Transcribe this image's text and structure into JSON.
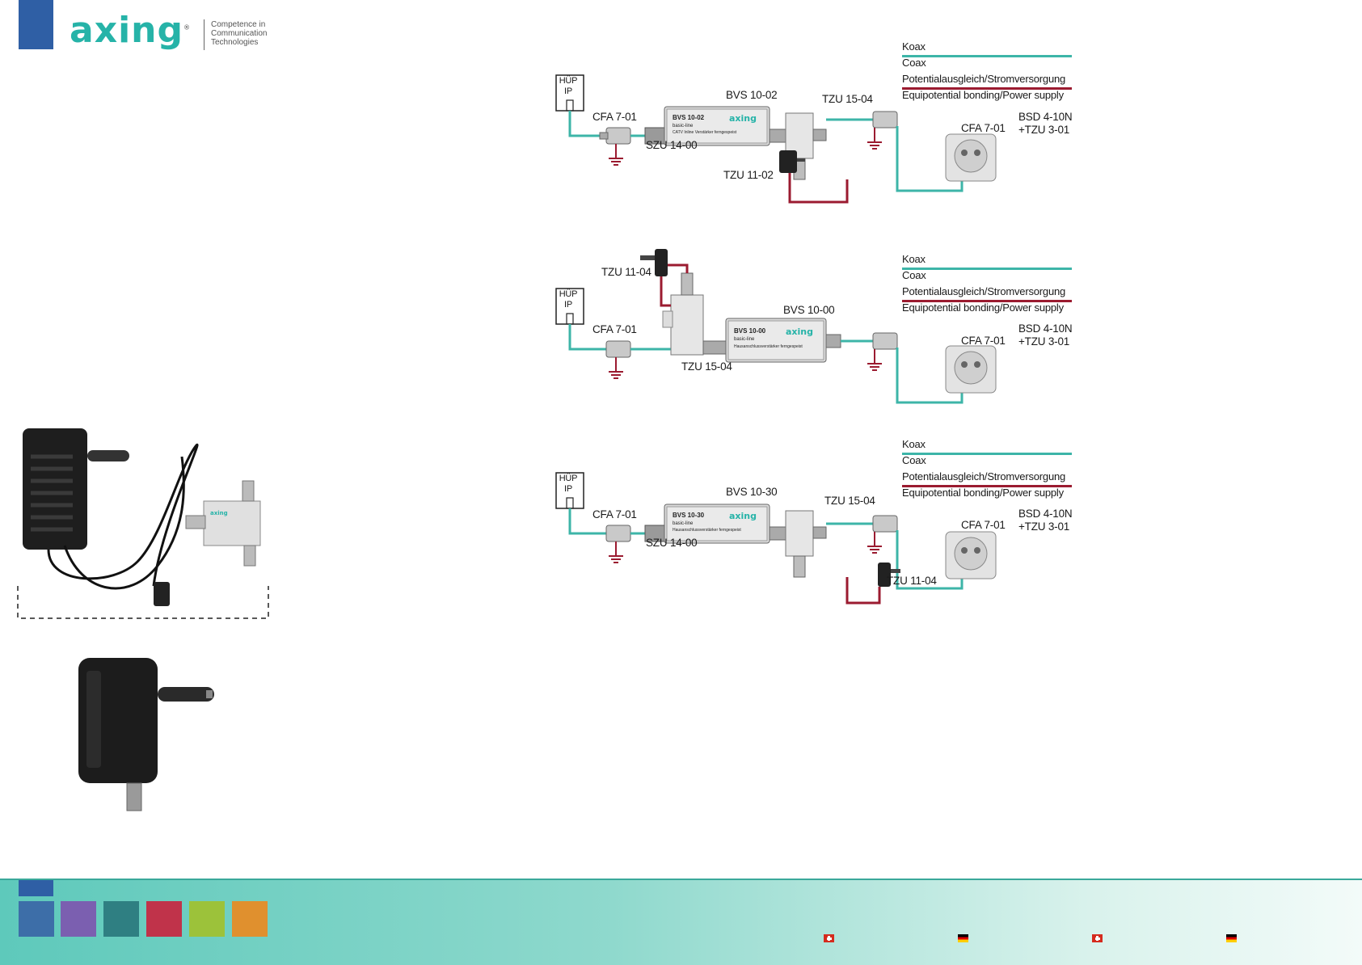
{
  "header": {
    "logo": "axing",
    "registered": "®",
    "tagline": [
      "Competence in",
      "Communication",
      "Technologies"
    ]
  },
  "legend": {
    "coax_de": "Koax",
    "coax_en": "Coax",
    "power_de": "Potentialausgleich/Stromversorgung",
    "power_en": "Equipotential bonding/Power supply"
  },
  "diagram1": {
    "hup": "HÜP",
    "ip": "IP",
    "cfa_in": "CFA 7-01",
    "amplifier": "BVS 10-02",
    "szu": "SZU 14-00",
    "injector": "TZU 15-04",
    "psu": "TZU 11-02",
    "cfa_out": "CFA 7-01",
    "outlet1": "BSD 4-10N",
    "outlet2": "+TZU 3-01",
    "device_label": "BVS 10-02",
    "device_sub": "basic-line",
    "device_desc": "CATV Inline Verstärker ferngespeist"
  },
  "diagram2": {
    "hup": "HÜP",
    "ip": "IP",
    "psu": "TZU 11-04",
    "cfa_in": "CFA 7-01",
    "injector": "TZU 15-04",
    "amplifier": "BVS 10-00",
    "cfa_out": "CFA 7-01",
    "outlet1": "BSD 4-10N",
    "outlet2": "+TZU 3-01",
    "device_label": "BVS 10-00",
    "device_sub": "basic-line",
    "device_desc": "Hausanschlussverstärker ferngespeist"
  },
  "diagram3": {
    "hup": "HÜP",
    "ip": "IP",
    "cfa_in": "CFA 7-01",
    "amplifier": "BVS 10-30",
    "szu": "SZU 14-00",
    "injector": "TZU 15-04",
    "psu": "TZU 11-04",
    "cfa_out": "CFA 7-01",
    "outlet1": "BSD 4-10N",
    "outlet2": "+TZU 3-01",
    "device_label": "BVS 10-30",
    "device_sub": "basic-line",
    "device_desc": "Hausanschlussverstärker ferngespeist"
  },
  "colors": {
    "coax": "#3db5a8",
    "power": "#9b1b30",
    "brand_blue": "#2f5fa5",
    "brand_teal": "#26b3a8"
  },
  "footer": {
    "thumbnails": [
      "#3d6ea8",
      "#7b5fb0",
      "#2f7f82",
      "#c0334a",
      "#9cc23a",
      "#e0902e"
    ],
    "flags": [
      "swiss-flag-icon",
      "german-flag-icon",
      "swiss-flag-icon",
      "german-flag-icon"
    ]
  }
}
